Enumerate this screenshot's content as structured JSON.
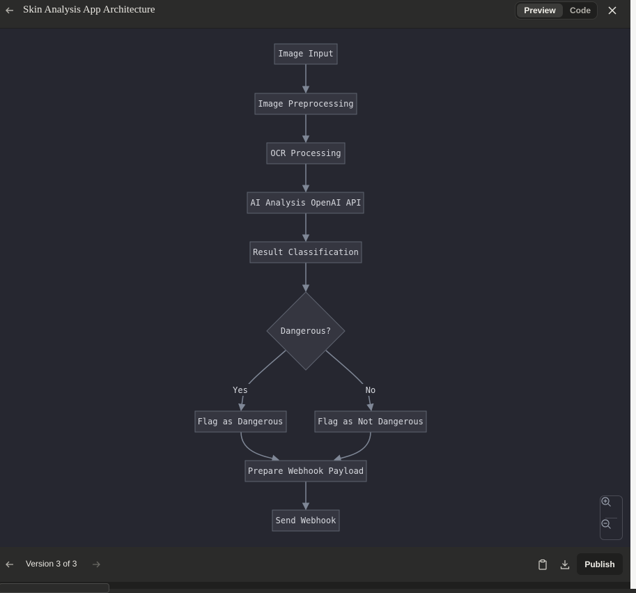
{
  "header": {
    "title": "Skin Analysis App Architecture",
    "toggle": {
      "preview_label": "Preview",
      "code_label": "Code",
      "active": "Preview"
    }
  },
  "diagram": {
    "nodes": {
      "image_input": "Image Input",
      "preprocessing": "Image Preprocessing",
      "ocr": "OCR Processing",
      "ai_analysis": "AI Analysis OpenAI API",
      "classification": "Result Classification",
      "decision": "Dangerous?",
      "flag_dangerous": "Flag as Dangerous",
      "flag_not_dangerous": "Flag as Not Dangerous",
      "prepare_payload": "Prepare Webhook Payload",
      "send_webhook": "Send Webhook"
    },
    "edge_labels": {
      "yes": "Yes",
      "no": "No"
    }
  },
  "footer": {
    "version_label": "Version 3 of 3",
    "publish_label": "Publish"
  },
  "icons": {
    "back": "arrow-left-icon",
    "close": "close-icon",
    "zoom_in": "zoom-in-icon",
    "zoom_out": "zoom-out-icon",
    "prev": "arrow-left-icon",
    "next": "arrow-right-icon",
    "copy": "clipboard-icon",
    "download": "download-icon"
  },
  "colors": {
    "canvas_bg": "#262730",
    "node_fill": "#353640",
    "node_stroke": "#5f6470",
    "edge": "#7f8796",
    "text": "#d6d8de"
  }
}
